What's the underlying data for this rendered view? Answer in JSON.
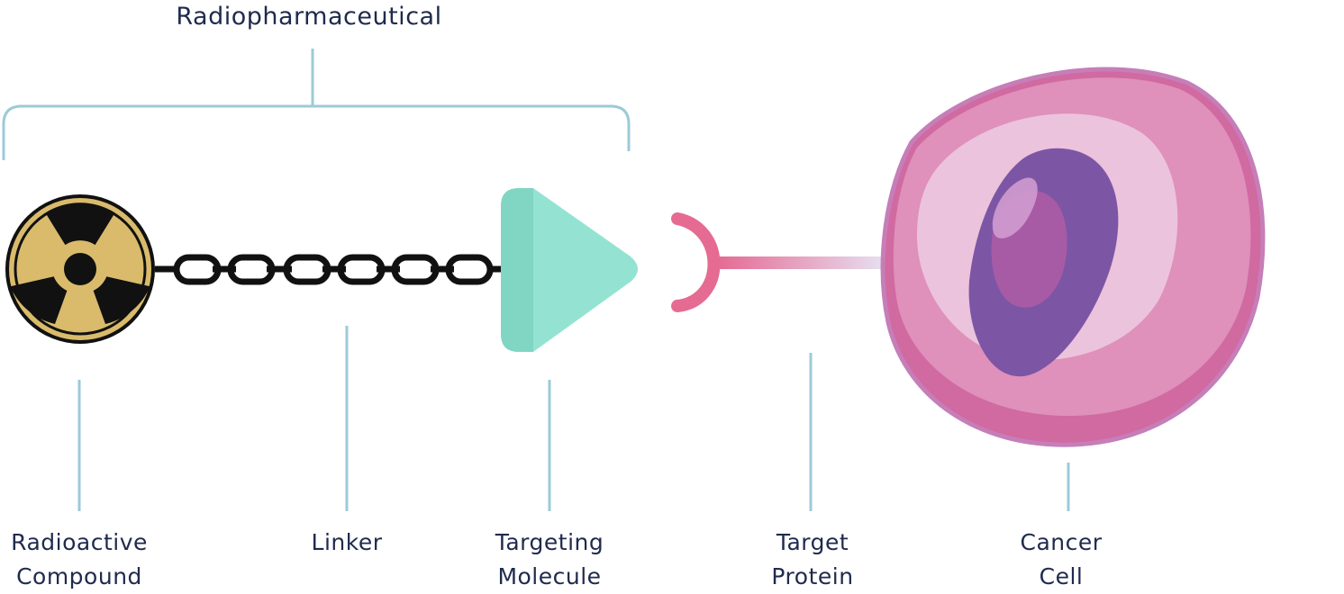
{
  "title": "Radiopharmaceutical",
  "labels": {
    "radioactive_compound": [
      "Radioactive",
      "Compound"
    ],
    "linker": [
      "Linker"
    ],
    "targeting_molecule": [
      "Targeting",
      "Molecule"
    ],
    "target_protein": [
      "Target",
      "Protein"
    ],
    "cancer_cell": [
      "Cancer",
      "Cell"
    ]
  },
  "colors": {
    "leader_line": "#9ccad8",
    "text": "#1f2a4d",
    "radiation_fill": "#d9bb6b",
    "chain": "#111111",
    "targeting_molecule": "#94e3d2",
    "target_protein": "#e56b93",
    "cell_outer": "#d987b5",
    "cell_inner": "#ecc3dc",
    "nucleus": "#7c56a5"
  }
}
